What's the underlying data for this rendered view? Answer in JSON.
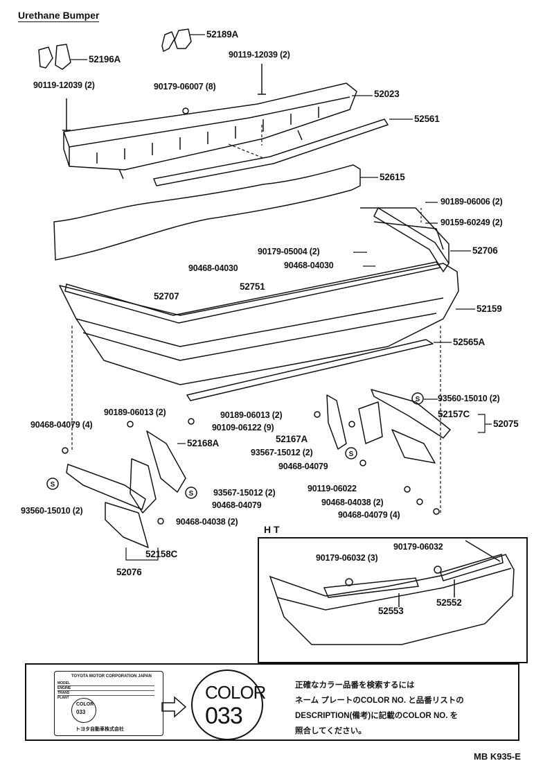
{
  "title": "Urethane Bumper",
  "parts": {
    "p52189A": "52189A",
    "p52196A": "52196A",
    "p90119_12039_top": "90119-12039 (2)",
    "p90119_12039_left": "90119-12039 (2)",
    "p90179_06007": "90179-06007 (8)",
    "p52023": "52023",
    "p52561": "52561",
    "p52615": "52615",
    "p90189_06006": "90189-06006 (2)",
    "p90159_60249": "90159-60249 (2)",
    "p90179_05004": "90179-05004 (2)",
    "p52706": "52706",
    "p90468_04030_a": "90468-04030",
    "p90468_04030_b": "90468-04030",
    "p52707": "52707",
    "p52751": "52751",
    "p52159": "52159",
    "p52565A": "52565A",
    "p93560_15010_r": "93560-15010 (2)",
    "p90189_06013_l": "90189-06013 (2)",
    "p90189_06013_c": "90189-06013 (2)",
    "p52157C": "52157C",
    "p52075": "52075",
    "p90468_04079_l": "90468-04079 (4)",
    "p90109_06122": "90109-06122 (9)",
    "p52167A": "52167A",
    "p52168A": "52168A",
    "p93567_15012_c": "93567-15012 (2)",
    "p90468_04079_c": "90468-04079",
    "p93560_15010_l": "93560-15010 (2)",
    "p93567_15012_l": "93567-15012 (2)",
    "p90468_04079_l2": "90468-04079",
    "p90119_06022": "90119-06022",
    "p90468_04038_r": "90468-04038 (2)",
    "p90468_04079_r": "90468-04079 (4)",
    "p90468_04038_l": "90468-04038 (2)",
    "p52158C": "52158C",
    "p52076": "52076",
    "ht": "H T",
    "p90179_06032_a": "90179-06032 (3)",
    "p90179_06032_b": "90179-06032",
    "p52553": "52553",
    "p52552": "52552"
  },
  "nameplate": {
    "header": "TOYOTA MOTOR CORPORATION JAPAN",
    "rows": [
      "MODEL",
      "ENGINE",
      "TRANS",
      "PLANT"
    ],
    "color_label": "COLOR",
    "color_code": "033",
    "footer": "トヨタ自動車株式会社"
  },
  "color_badge": {
    "word": "COLOR",
    "code": "033"
  },
  "note_lines": [
    "正確なカラー品番を検索するには",
    "ネーム プレートのCOLOR NO. と品番リストの",
    "DESCRIPTION(備考)に記載のCOLOR NO. を",
    "照合してください。"
  ],
  "doc_code": "MB K935-E"
}
